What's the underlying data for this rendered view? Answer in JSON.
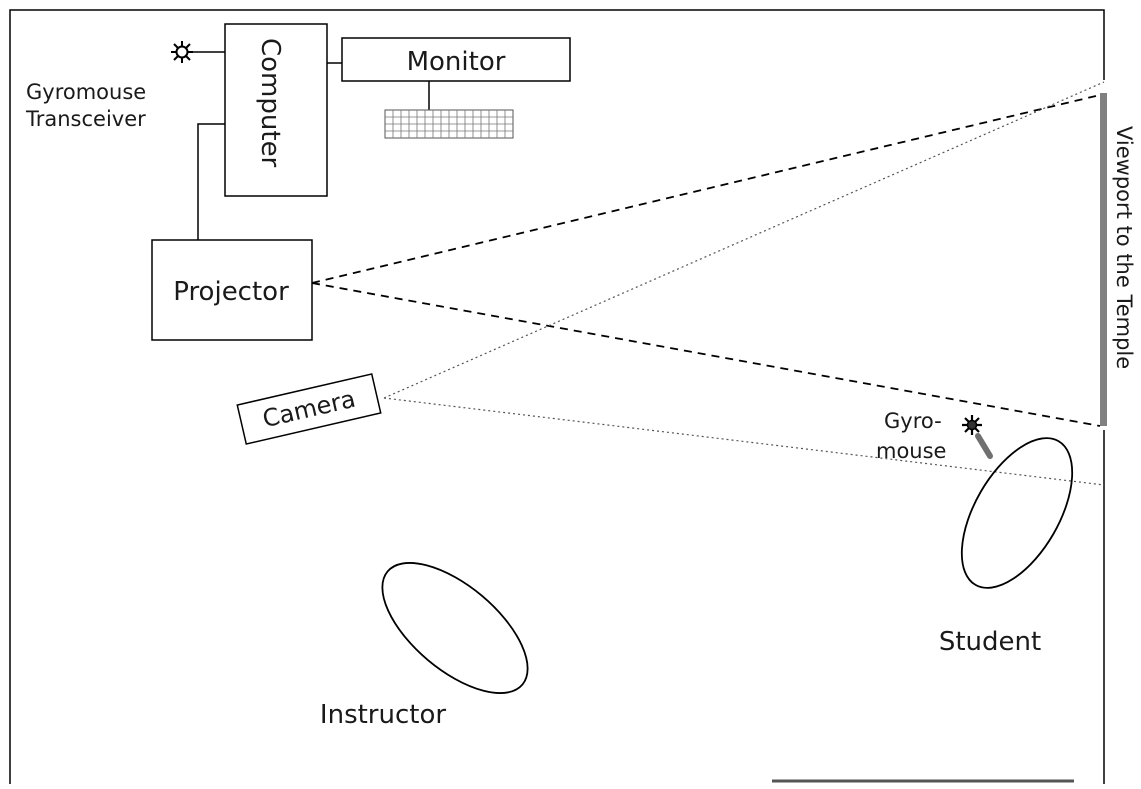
{
  "labels": {
    "computer": "Computer",
    "monitor": "Monitor",
    "transceiver_line1": "Gyromouse",
    "transceiver_line2": "Transceiver",
    "projector": "Projector",
    "camera": "Camera",
    "viewport": "Viewport to the Temple",
    "gyromouse_line1": "Gyro-",
    "gyromouse_line2": "mouse",
    "student": "Student",
    "instructor": "Instructor"
  },
  "icons": {
    "transceiver": "sun-burst-icon",
    "keyboard": "keyboard-icon",
    "gyromouse": "gyromouse-icon"
  },
  "colors": {
    "line": "#000000",
    "viewport": "#808080",
    "camera_view": "#555555"
  }
}
